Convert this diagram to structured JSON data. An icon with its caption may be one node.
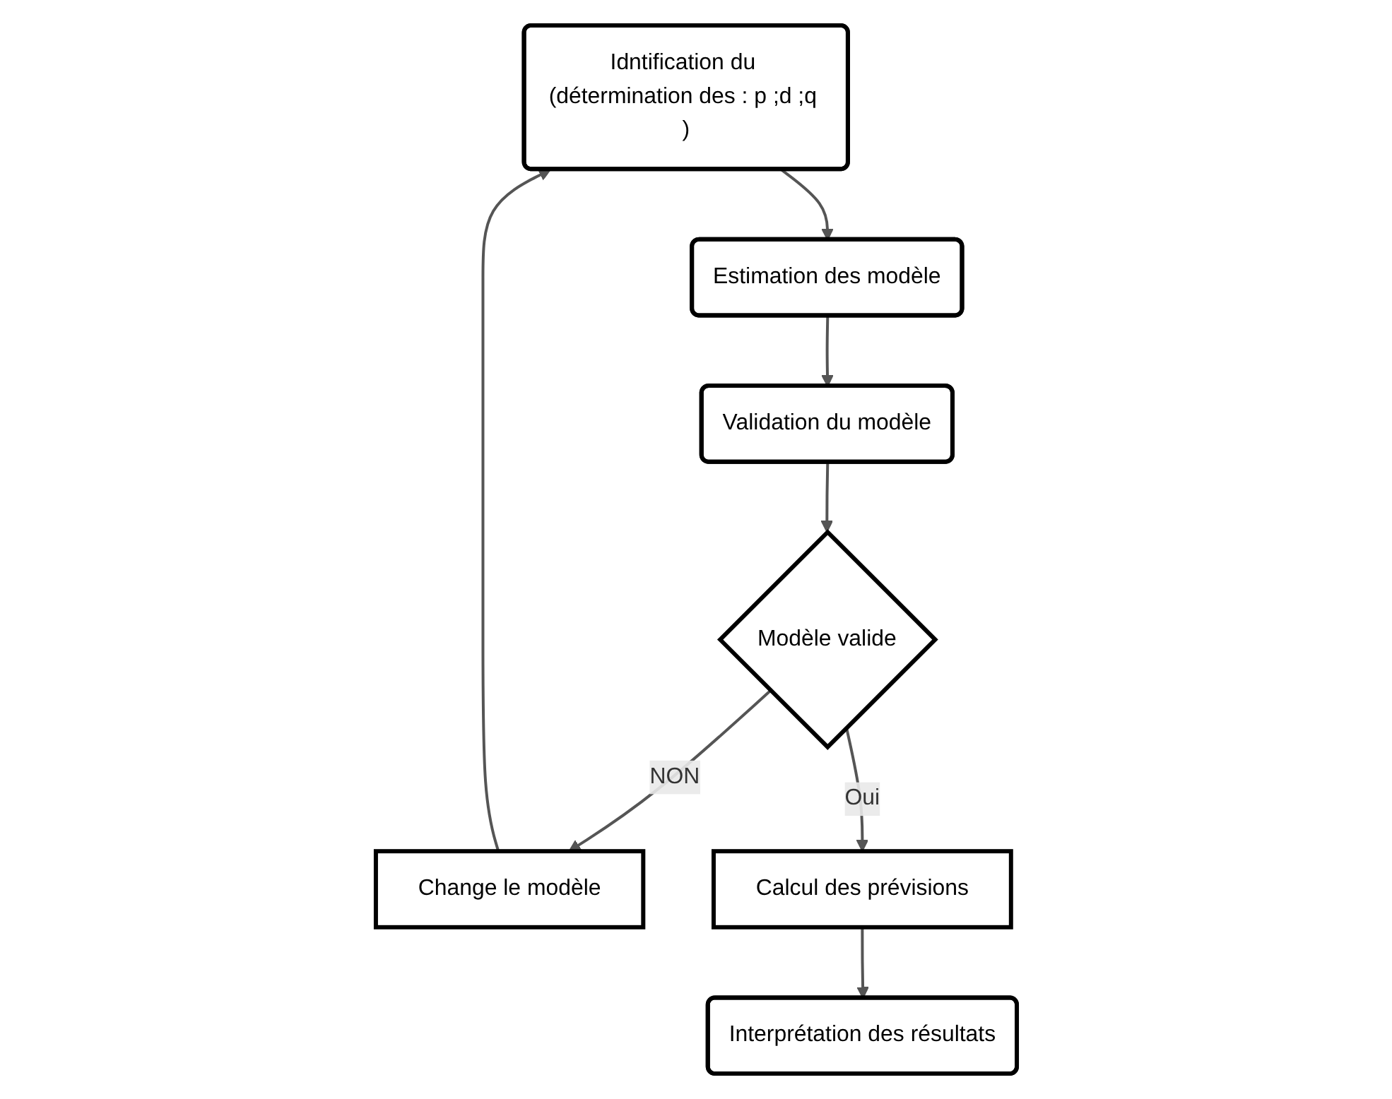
{
  "diagram": {
    "nodes": [
      {
        "text": [
          "Idntification du (détermination des : p ;d ;q )"
        ]
      },
      {
        "text": [
          "Estimation des modèle"
        ]
      },
      {
        "text": [
          "Validation du modèle"
        ]
      },
      {
        "text": [
          "Modèle valide"
        ]
      },
      {
        "text": [
          "Change le modèle"
        ]
      },
      {
        "text": [
          "Calcul des prévisions"
        ]
      },
      {
        "text": [
          "Interprétation des résultats"
        ]
      }
    ],
    "edges": [
      {
        "from": 0,
        "to": 1,
        "arrow": "to"
      },
      {
        "from": 1,
        "to": 2,
        "arrow": "to"
      },
      {
        "from": 2,
        "to": 3,
        "arrow": "to"
      },
      {
        "from": 3,
        "to": 4,
        "arrow": "to",
        "label": "NON"
      },
      {
        "from": 4,
        "to": 0,
        "arrow": "to"
      },
      {
        "from": 3,
        "to": 5,
        "arrow": "to",
        "label": "Oui"
      },
      {
        "from": 5,
        "to": 6,
        "arrow": "to"
      }
    ]
  }
}
